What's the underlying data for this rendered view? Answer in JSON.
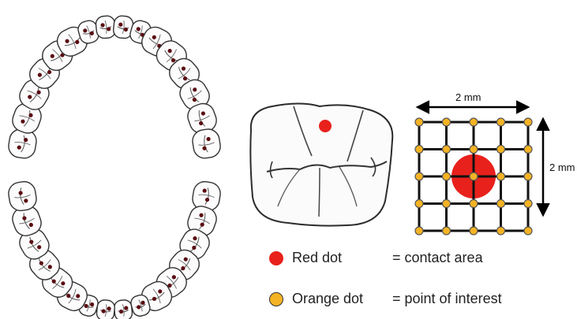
{
  "colors": {
    "contact": "#e8211c",
    "point": "#f4b324",
    "grid": "#111111",
    "outline": "#2b2b2b"
  },
  "dimensions": {
    "width_label": "2 mm",
    "height_label": "2 mm"
  },
  "legend": [
    {
      "dot_label": "Red dot",
      "meaning": "= contact area",
      "color": "contact"
    },
    {
      "dot_label": "Orange dot",
      "meaning": "= point of interest",
      "color": "point"
    }
  ],
  "grid": {
    "rows": 5,
    "cols": 5,
    "contact_center": [
      2,
      2
    ]
  }
}
